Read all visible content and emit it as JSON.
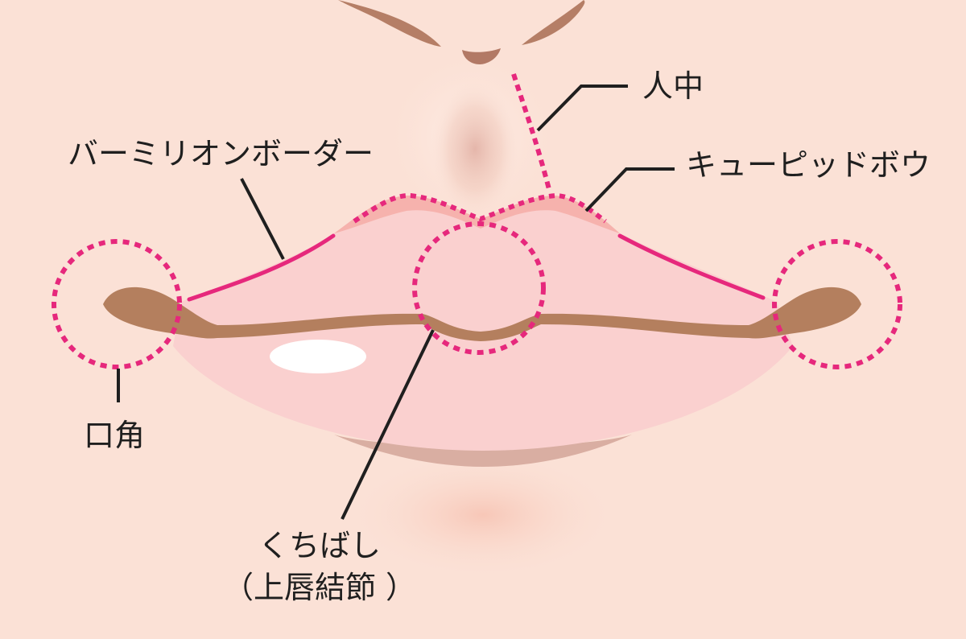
{
  "labels": {
    "philtrum": "人中",
    "vermilion_border": "バーミリオンボーダー",
    "cupids_bow": "キューピッドボウ",
    "mouth_corner": "口角",
    "tubercle_line1": "くちばし",
    "tubercle_line2": "（上唇結節 ）"
  },
  "colors": {
    "background": "#fbe1d6",
    "lip": "#fad0cf",
    "upper_lip_rim": "#f6b2ad",
    "mouth_line": "#b47f5e",
    "highlight_marker": "#e6287c",
    "leader_line": "#1f1f1f"
  },
  "icons": [
    "nose-icon",
    "eyebrow-icon"
  ]
}
